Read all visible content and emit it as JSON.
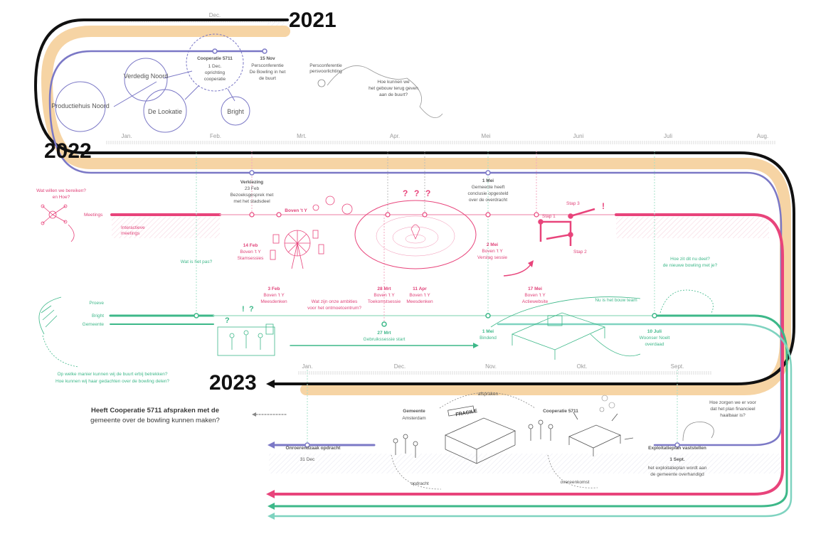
{
  "colors": {
    "black": "#111111",
    "orange": "#f5cf9a",
    "purple": "#7b78c6",
    "pink": "#e8447b",
    "green": "#3db889",
    "teal": "#7fd3c0",
    "grey": "#bdbdbd"
  },
  "years": {
    "y2021": "2021",
    "y2022": "2022",
    "y2023": "2023"
  },
  "months_2021": {
    "dec": "Dec."
  },
  "months_2022": {
    "jan": "Jan.",
    "feb": "Feb.",
    "mrt": "Mrt.",
    "apr": "Apr.",
    "mei": "Mei",
    "juni": "Juni",
    "juli": "Juli",
    "aug": "Aug."
  },
  "months_2023": {
    "jan": "Jan.",
    "dec": "Dec.",
    "nov": "Nov.",
    "okt": "Okt.",
    "sept": "Sept."
  },
  "cluster": {
    "cooperatie": "Cooperatie 5711",
    "dec_l1": "1 Dec.",
    "dec_l2": "oprichting",
    "dec_l3": "cooperatie",
    "verdedig": "Verdedig Noord",
    "productiehuis": "Productiehuis Noord",
    "lookatie": "De Lookatie",
    "bright": "Bright"
  },
  "events_2021": {
    "nov_date": "15 Nov",
    "nov_l1": "Persconferentie",
    "nov_l2": "De Bowling in het",
    "nov_l3": "de buurt",
    "persc_l1": "Persconferentie",
    "persc_l2": "persvoorlichting",
    "q_l1": "Hoe kunnen we",
    "q_l2": "het gebouw terug geven",
    "q_l3": "aan de buurt?"
  },
  "events_2022": {
    "feb_verkiezing_l1": "Verkiezing",
    "feb_verkiezing_l2": "23 Feb",
    "feb_verkiezing_l3": "Bezoeksgesprek met",
    "feb_verkiezing_l4": "met het stadsdeel",
    "mei_l1": "1 Mei",
    "mei_l2": "Gemeente heeft",
    "mei_l3": "conclusie opgesteld",
    "mei_l4": "over de overdracht",
    "q_left_l1": "Wat willen we bereiken?",
    "q_left_l2": "en Hoe?",
    "meetings": "Meetings",
    "meetings_sub_l1": "Interactieve",
    "meetings_sub_l2": "meetings",
    "boven": "Boven 't Y",
    "feb14_l1": "14 Feb",
    "feb14_l2": "Boven 't Y",
    "feb14_l3": "Stamsessies",
    "feb3_l1": "3 Feb",
    "feb3_l2": "Boven 't Y",
    "feb3_l3": "Meesdenken",
    "mei2_l1": "2 Mei",
    "mei2_l2": "Boven 't Y",
    "mei2_l3": "Verslag sessie",
    "ambitie_l1": "Wat zijn onze ambities",
    "ambitie_l2": "voor het ontmoetcentrum?",
    "mrt28_l1": "28 Mrt",
    "mrt28_l2": "Boven 't Y",
    "mrt28_l3": "Toekomstsessie",
    "apr11_l1": "11 Apr",
    "apr11_l2": "Boven 't Y",
    "apr11_l3": "Meesdenken",
    "mei17_l1": "17 Mei",
    "mei17_l2": "Boven 't Y",
    "mei17_l3": "Actiewebsite",
    "stap1": "Stap 1",
    "stap2": "Stap 2",
    "stap3": "Stap 3",
    "wat_pas": "Wat is het pas?",
    "hoe_l1": "Hoe zit dit nu deel?",
    "hoe_l2": "de nieuwe bowling met je?",
    "bruikbaar": "Nu is het bouw team",
    "green_left_1": "Proeve",
    "green_left_2": "Bright",
    "green_left_3": "Gemeente",
    "mrt27_l1": "27 Mrt",
    "mrt27_l2": "Gebruikssessie start",
    "mei1g_l1": "1 Mei",
    "mei1g_l2": "Bindend",
    "jul10_l1": "10 Juli",
    "jul10_l2": "Woonser Noelt",
    "jul10_l3": "overdaad",
    "bottom_q_l1": "Op welke manier kunnen wij de buurt erbij betrekken?",
    "bottom_q_l2": "Hoe kunnen wij haar gedachten over de bowling delen?"
  },
  "events_2023": {
    "question_l1": "Heeft Cooperatie 5711 afspraken met de",
    "question_l2": "gemeente over de bowling kunnen maken?",
    "gemeente_l1": "Gemeente",
    "gemeente_l2": "Amsterdam",
    "cooperatie": "Cooperatie 5711",
    "fragile": "FRAGILE",
    "onroerend": "Onroerendzaak opdracht",
    "dec31": "31 Dec",
    "exploitatie": "Exploitatieplan vaststellen",
    "sept1": "1 Sept.",
    "expl_sub_l1": "het exploitatieplan wordt aan",
    "expl_sub_l2": "de gemeente overhandigd",
    "right_q_l1": "Hoe zorgen we er voor",
    "right_q_l2": "dat het plan financieel",
    "right_q_l3": "haalbaar is?",
    "top_arc": "afspraken",
    "bottom_arc_left": "opdracht",
    "bottom_arc_right": "overeenkomst"
  }
}
